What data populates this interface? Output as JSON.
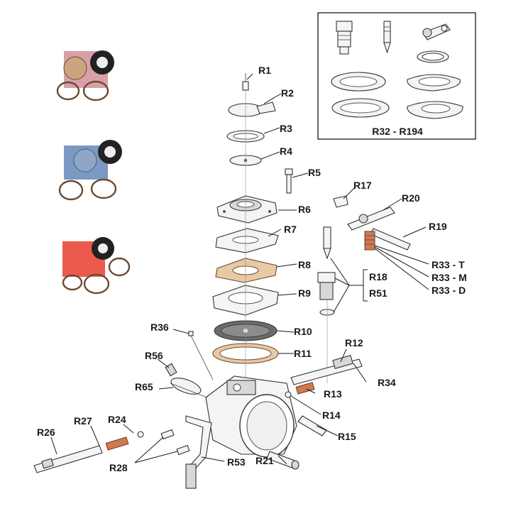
{
  "inset": {
    "caption": "R32 - R194"
  },
  "kits": [
    {
      "id": "R66",
      "bg": "#d9a0a8"
    },
    {
      "id": "R67",
      "bg": "#7b99c3"
    },
    {
      "id": "R68",
      "bg": "#ec5a4e"
    }
  ],
  "labels": {
    "R1": "R1",
    "R2": "R2",
    "R3": "R3",
    "R4": "R4",
    "R5": "R5",
    "R6": "R6",
    "R7": "R7",
    "R8": "R8",
    "R9": "R9",
    "R10": "R10",
    "R11": "R11",
    "R12": "R12",
    "R13": "R13",
    "R14": "R14",
    "R15": "R15",
    "R17": "R17",
    "R18": "R18",
    "R19": "R19",
    "R20": "R20",
    "R21": "R21",
    "R24": "R24",
    "R26": "R26",
    "R27": "R27",
    "R28": "R28",
    "R33T": "R33 - T",
    "R33M": "R33 - M",
    "R33D": "R33 - D",
    "R34": "R34",
    "R36": "R36",
    "R51": "R51",
    "R53": "R53",
    "R56": "R56",
    "R65": "R65"
  },
  "colors": {
    "gasket_tan": "#e8c9a6",
    "gasket_outline": "#6b4a30",
    "diaphragm_dark": "#6a6a6a",
    "line": "#1a1a1a"
  }
}
